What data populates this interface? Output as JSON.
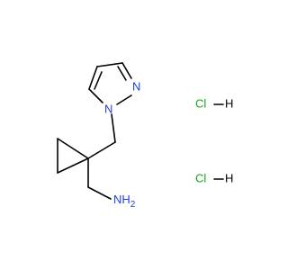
{
  "molecule": {
    "labels": {
      "pyrazole_n2": "N",
      "pyrazole_n1": "N",
      "amine_n": "N",
      "amine_h": "H",
      "amine_h2_sub": "2"
    },
    "salt": {
      "cl_1": "Cl",
      "h_1": "H",
      "cl_2": "Cl",
      "h_2": "H"
    },
    "colors": {
      "nitrogen": "#1f3fe0",
      "chlorine": "#1aa51a",
      "carbon_bond": "#000000",
      "background": "#ffffff"
    }
  }
}
